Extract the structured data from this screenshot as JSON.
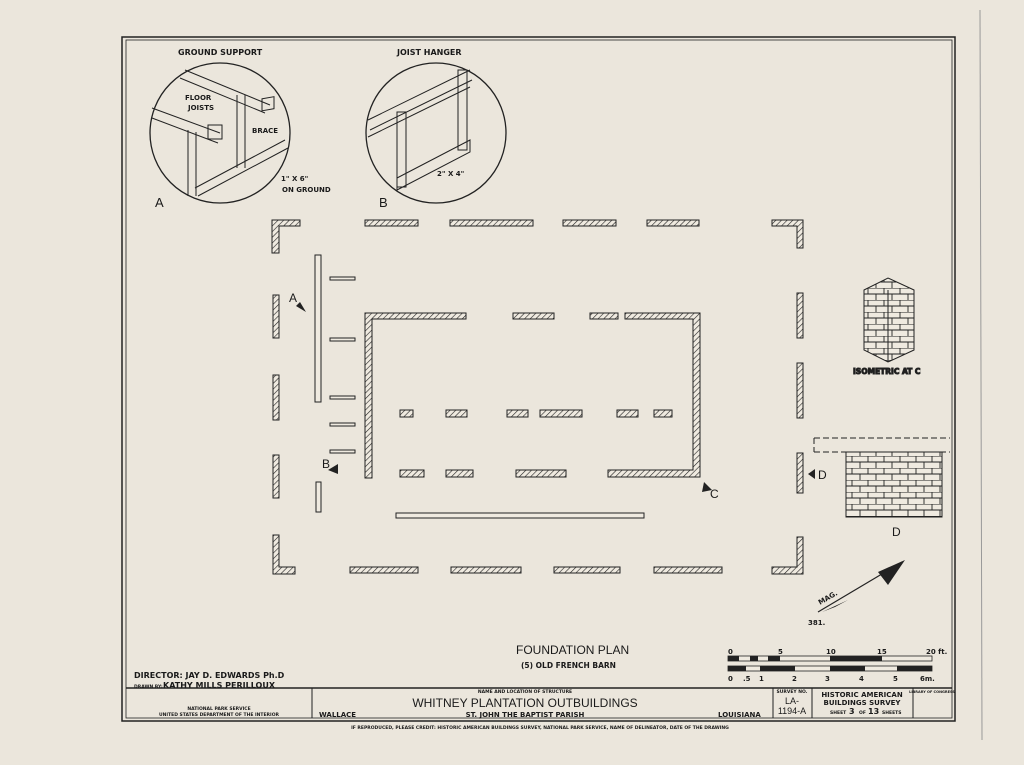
{
  "detail_a": {
    "title": "GROUND SUPPORT",
    "letter": "A",
    "labels": [
      "FLOOR",
      "JOISTS",
      "BRACE",
      "1\" X 6\"",
      "ON GROUND"
    ]
  },
  "detail_b": {
    "title": "JOIST HANGER",
    "letter": "B",
    "labels": [
      "2\" X 4\""
    ]
  },
  "isometric": {
    "caption": "ISOMETRIC AT C"
  },
  "detail_d": {
    "letter": "D"
  },
  "section_markers": {
    "a": "A",
    "b": "B",
    "c": "C",
    "d": "D"
  },
  "north_arrow": {
    "label": "MAG.",
    "value": "381."
  },
  "plan": {
    "title": "FOUNDATION PLAN",
    "subtitle": "(5) OLD FRENCH BARN"
  },
  "scale": {
    "feet_ticks": [
      "0",
      "5",
      "10",
      "15",
      "20 ft."
    ],
    "meter_ticks": [
      "0",
      ".5",
      "1",
      "2",
      "3",
      "4",
      "5",
      "6m."
    ]
  },
  "credits": {
    "director": "DIRECTOR:  JAY D. EDWARDS  Ph.D",
    "drawn_by_label": "DRAWN BY:",
    "drawn_by": "KATHY MILLS PERILLOUX"
  },
  "title_block": {
    "agency_1": "NATIONAL PARK SERVICE",
    "agency_2": "UNITED STATES DEPARTMENT OF THE INTERIOR",
    "delineator": "WALLACE",
    "name_location_label": "NAME AND LOCATION OF STRUCTURE",
    "structure_name": "WHITNEY  PLANTATION  OUTBUILDINGS",
    "parish": "ST. JOHN  THE  BAPTIST  PARISH",
    "state": "LOUISIANA",
    "survey_label": "SURVEY NO.",
    "survey_no_1": "LA-",
    "survey_no_2": "1194-A",
    "habs_1": "HISTORIC AMERICAN",
    "habs_2": "BUILDINGS SURVEY",
    "sheet_label": "SHEET",
    "sheet_no": "3",
    "of_label": "OF",
    "sheet_total": "13",
    "sheets_label": "SHEETS",
    "loc_label": "LIBRARY OF CONGRESS"
  },
  "footer": "IF REPRODUCED, PLEASE CREDIT: HISTORIC AMERICAN BUILDINGS SURVEY, NATIONAL PARK SERVICE, NAME OF DELINEATOR, DATE OF THE DRAWING"
}
